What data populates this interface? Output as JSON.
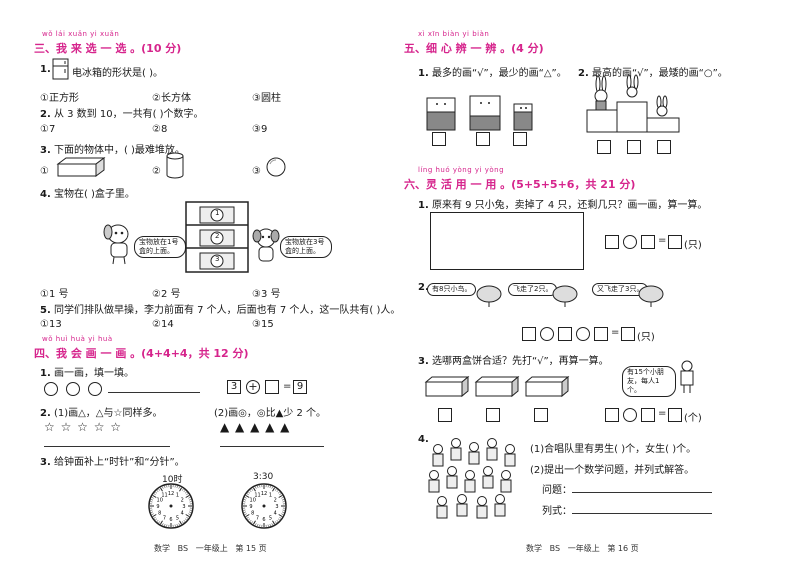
{
  "left": {
    "sec3": {
      "pinyin": "wǒ lái xuǎn yi xuǎn",
      "title": "三、我 来 选 一 选 。(10 分)",
      "q1": {
        "num": "1.",
        "text": "电冰箱的形状是(     )。",
        "opts": [
          "①正方形",
          "②长方体",
          "③圆柱"
        ]
      },
      "q2": {
        "num": "2.",
        "text": "从 3 数到 10，一共有(     )个数字。",
        "opts": [
          "①7",
          "②8",
          "③9"
        ]
      },
      "q3": {
        "num": "3.",
        "text": "下面的物体中，(     )最难堆放。",
        "opts": [
          "①",
          "②",
          "③"
        ]
      },
      "q4": {
        "num": "4.",
        "text": "宝物在(     )盒子里。",
        "bubble_left": "宝物放在1号盒的上面。",
        "bubble_right": "宝物放在3号盒的上面。",
        "box_labels": [
          "1",
          "2",
          "3"
        ],
        "opts": [
          "①1 号",
          "②2 号",
          "③3 号"
        ]
      },
      "q5": {
        "num": "5.",
        "text": "同学们排队做早操，李力前面有 7 个人，后面也有 7 个人，这一队共有(     )人。",
        "opts": [
          "①13",
          "②14",
          "③15"
        ]
      }
    },
    "sec4": {
      "pinyin": "wǒ huì huà yi huà",
      "title": "四、我 会 画 一 画 。(4+4+4，共 12 分)",
      "q1": {
        "num": "1.",
        "text": "画一画，填一填。",
        "eq_a": "3",
        "eq_op": "+",
        "eq_eq": "=",
        "eq_res": "9"
      },
      "q2": {
        "num": "2.",
        "text1": "(1)画△，△与☆同样多。",
        "text2": "(2)画◎，◎比▲少 2 个。",
        "stars": "☆ ☆ ☆ ☆ ☆",
        "triangles": "▲ ▲ ▲ ▲ ▲"
      },
      "q3": {
        "num": "3.",
        "text": "给钟面补上“时针”和“分针”。",
        "clock1": "10时",
        "clock2": "3:30"
      }
    },
    "footer": {
      "subject": "数学",
      "edition": "BS",
      "grade": "一年级上",
      "page": "第 15 页"
    }
  },
  "right": {
    "sec5": {
      "pinyin": "xì xīn biàn yi biàn",
      "title": "五、细 心 辨 一 辨 。(4 分)",
      "q1": {
        "num": "1.",
        "text": "最多的画“√”，最少的画“△”。"
      },
      "q2": {
        "num": "2.",
        "text": "最高的画“√”，最矮的画“○”。"
      }
    },
    "sec6": {
      "pinyin": "líng huó yòng yi yòng",
      "title": "六、灵 活 用 一 用 。(5+5+5+6，共 21 分)",
      "q1": {
        "num": "1.",
        "text": "原来有 9 只小兔，卖掉了 4 只，还剩几只？画一画，算一算。",
        "unit": "(只)"
      },
      "q2": {
        "num": "2.",
        "b1": "有8只小鸟。",
        "b2": "飞走了2只。",
        "b3": "又飞走了3只。",
        "unit": "(只)"
      },
      "q3": {
        "num": "3.",
        "text": "选哪两盒饼合适？先打“√”，再算一算。",
        "bubble": "有15个小朋友，每人1个。",
        "unit": "(个)"
      },
      "q4": {
        "num": "4.",
        "s1": "(1)合唱队里有男生(     )个，女生(     )个。",
        "s2": "(2)提出一个数学问题，并列式解答。",
        "problem_label": "问题：",
        "formula_label": "列式："
      }
    },
    "footer": {
      "subject": "数学",
      "edition": "BS",
      "grade": "一年级上",
      "page": "第 16 页"
    }
  }
}
